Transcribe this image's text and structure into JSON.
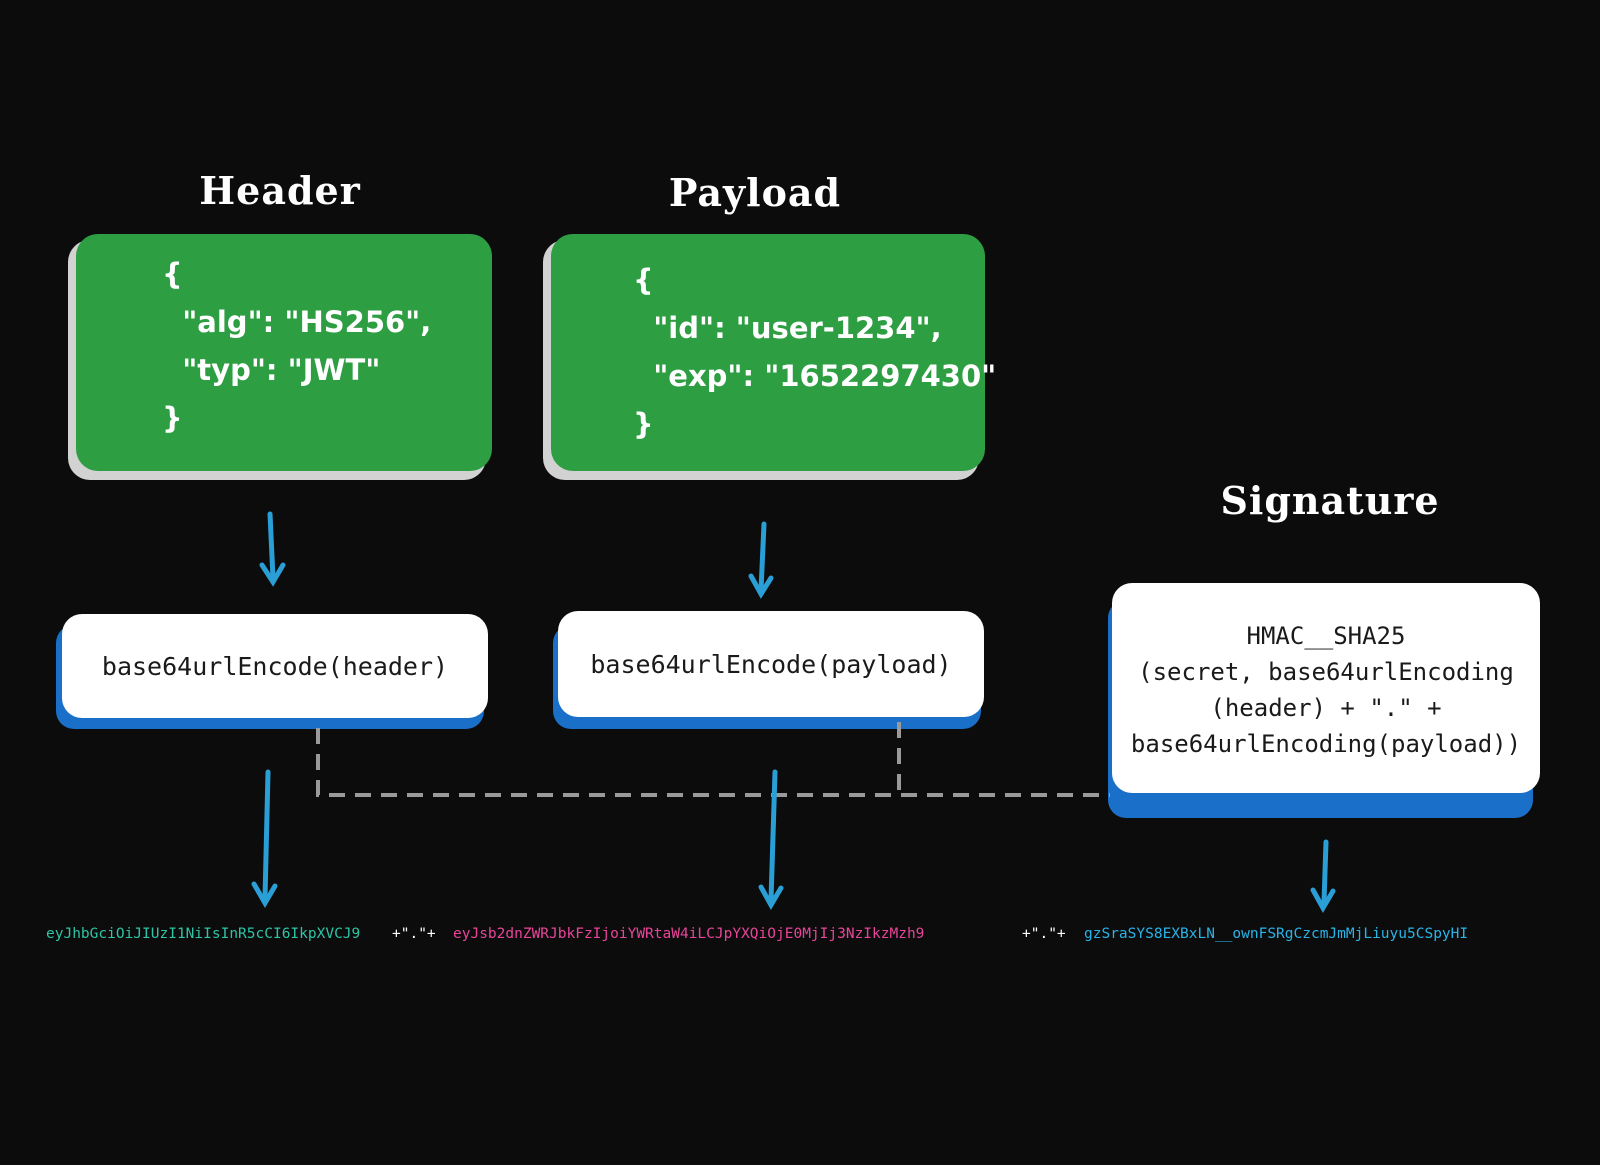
{
  "header": {
    "title": "Header",
    "lines": [
      "{",
      "  \"alg\": \"HS256\",",
      "  \"typ\": \"JWT\"",
      "}"
    ],
    "encode_label": "base64urlEncode(header)"
  },
  "payload": {
    "title": "Payload",
    "lines": [
      "{",
      "  \"id\": \"user-1234\",",
      "  \"exp\": \"1652297430\"",
      "}"
    ],
    "encode_label": "base64urlEncode(payload)"
  },
  "signature": {
    "title": "Signature",
    "lines": [
      "HMAC__SHA25",
      "(secret, base64urlEncoding",
      "(header) + \".\" +",
      "base64urlEncoding(payload))"
    ]
  },
  "token": {
    "header_part": "eyJhbGciOiJIUzI1NiIsInR5cCI6IkpXVCJ9",
    "sep1": "+\".\"+",
    "payload_part": "eyJsb2dnZWRJbkFzIjoiYWRtaW4iLCJpYXQiOjE0MjIj3NzIkzMzh9",
    "sep2": "+\".\"+",
    "signature_part": "gzSraSYS8EXBxLN__ownFSRgCzcmJmMjLiuyu5CSpyHI"
  },
  "colors": {
    "background": "#0c0c0d",
    "green": "#2e9e43",
    "blue_shadow": "#1a6fc9",
    "arrow": "#2a9fd6",
    "dashed": "#9a9a9a",
    "token_header": "#2ec4a6",
    "token_payload": "#e8459a",
    "token_signature": "#28b4e8",
    "token_separator": "#ffffff"
  }
}
